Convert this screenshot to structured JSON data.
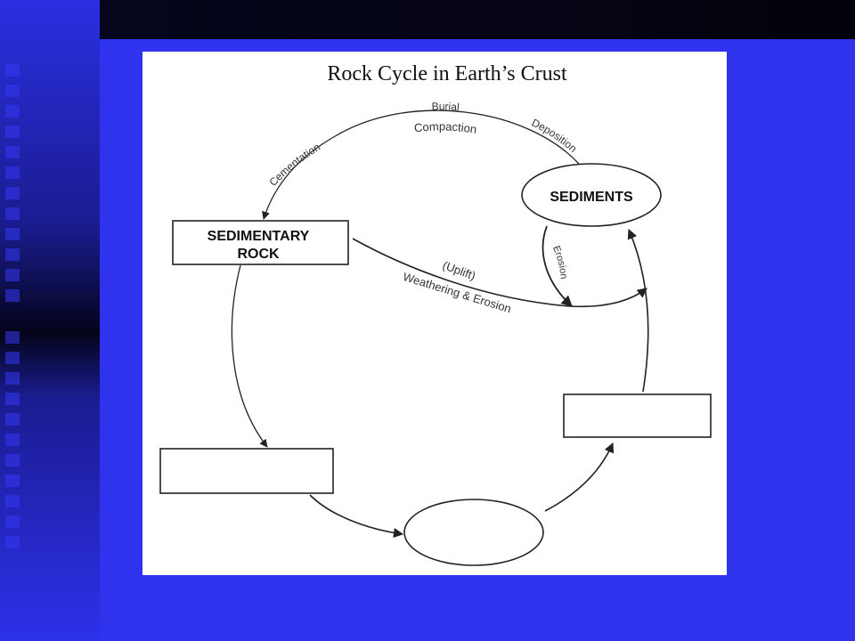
{
  "colors": {
    "slide_blue": "#2f33ee",
    "header_dark": "#040418",
    "sidebar_dark": "#06061e",
    "diagram_background": "#ffffff",
    "line_color": "#222222"
  },
  "diagram": {
    "title": "Rock Cycle in Earth’s Crust",
    "nodes": {
      "sediments": "SEDIMENTS",
      "sedimentary_rock_line1": "SEDIMENTARY",
      "sedimentary_rock_line2": "ROCK",
      "left_blank_box": "",
      "bottom_blank_ellipse": "",
      "right_blank_box": ""
    },
    "labels": {
      "burial": "Burial",
      "compaction": "Compaction",
      "cementation": "Cementation",
      "deposition": "Deposition",
      "erosion": "Erosion",
      "uplift": "(Uplift)",
      "weathering_erosion": "Weathering & Erosion"
    }
  }
}
